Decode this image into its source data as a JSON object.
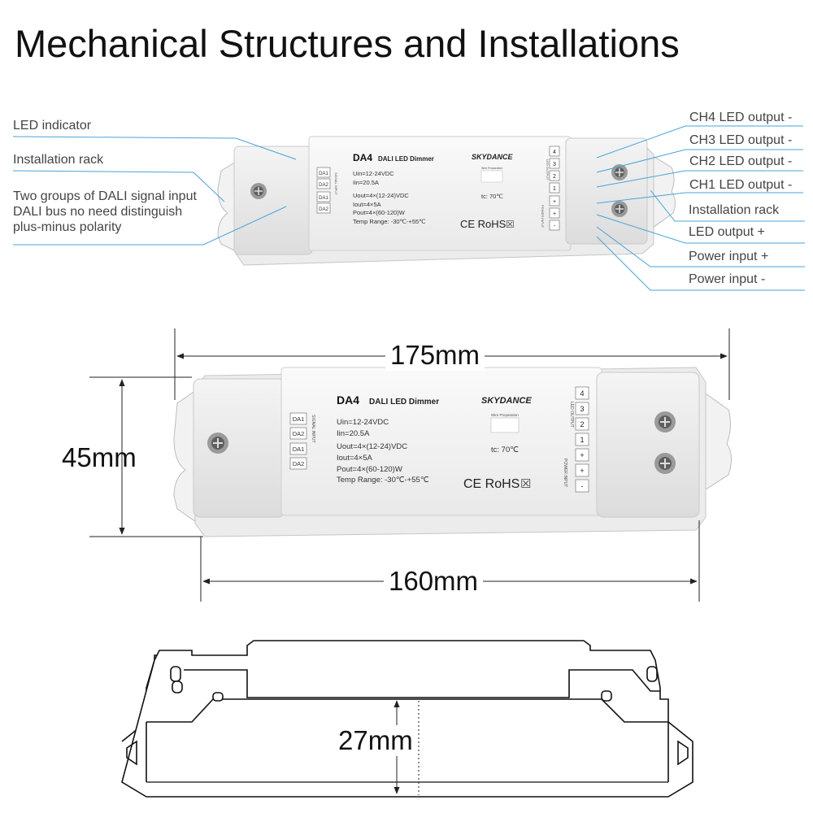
{
  "title": "Mechanical Structures and Installations",
  "left_labels": [
    "LED indicator",
    "Installation rack",
    "Two groups of DALI signal input",
    "DALI bus no need distinguish",
    "plus-minus polarity"
  ],
  "right_labels": [
    "CH4 LED output -",
    "CH3 LED output -",
    "CH2 LED output -",
    "CH1 LED output -",
    "Installation rack",
    "LED output +",
    "Power input +",
    "Power input -"
  ],
  "dimensions": {
    "length_total": "175mm",
    "height": "45mm",
    "length_body": "160mm",
    "depth": "27mm"
  },
  "device": {
    "model": "DA4",
    "name": "DALI LED Dimmer",
    "brand": "SKYDANCE",
    "specs": [
      "Uin=12-24VDC",
      "Iin=20.5A",
      "Uout=4×(12-24)VDC",
      "Iout=4×5A",
      "Pout=4×(60-120)W",
      "Temp Range: -30℃-+55℃"
    ],
    "tc": "tc: 70℃",
    "cert": "CE RoHS",
    "dali_terminals": [
      "DA1",
      "DA2",
      "DA1",
      "DA2"
    ],
    "signal_input": "SIGNAL INPUT",
    "led_output": "LED OUTPUT",
    "power_input": "POWER INPUT",
    "wire_prep": "Wire Preparation",
    "out_terminals": [
      "4",
      "3",
      "2",
      "1",
      "+",
      "+",
      "-"
    ]
  }
}
